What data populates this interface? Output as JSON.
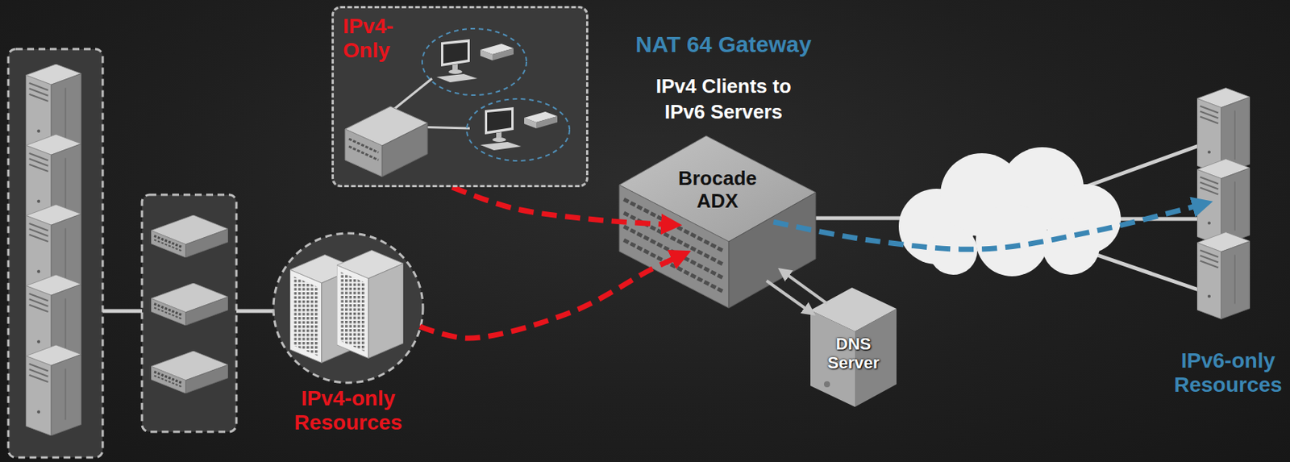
{
  "diagram": {
    "nodes": [
      {
        "text": [
          "IPv4-Only"
        ]
      },
      {
        "text": [
          "IPv4-only Resources"
        ]
      },
      {
        "text": [
          "Brocade ADX"
        ]
      },
      {
        "text": [
          "DNS Server"
        ]
      },
      {
        "text": [
          "IPv6-only Resources"
        ]
      }
    ],
    "edges": [
      {
        "from": 0,
        "to": 2,
        "arrow": "to"
      },
      {
        "from": 1,
        "to": 2,
        "arrow": "to"
      },
      {
        "from": 2,
        "to": 4,
        "arrow": "to"
      },
      {
        "from": 2,
        "to": 3,
        "arrow": "to"
      },
      {
        "from": 3,
        "to": 2,
        "arrow": "to"
      }
    ],
    "labels": [
      "NAT 64 Gateway",
      "IPv4 Clients to IPv6 Servers"
    ]
  }
}
